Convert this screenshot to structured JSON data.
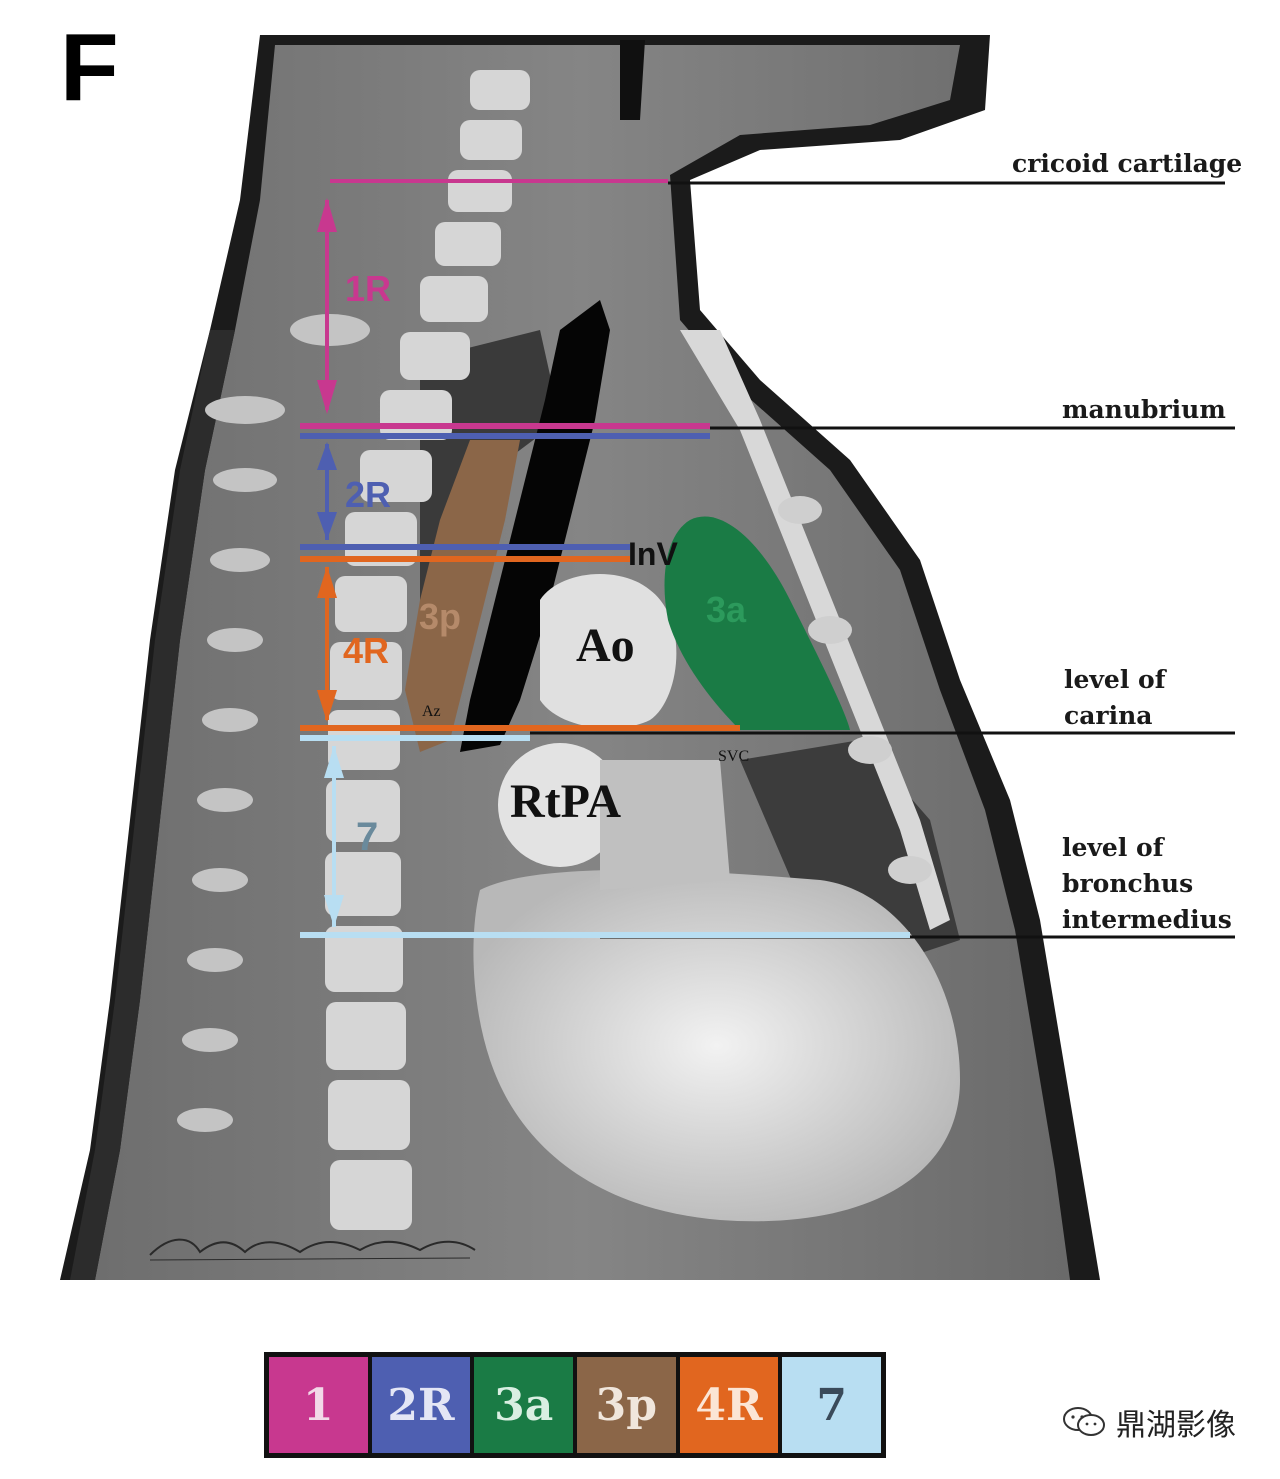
{
  "panel_letter": "F",
  "levels": [
    {
      "key": "cricoid",
      "label_lines": [
        "cricoid cartilage"
      ]
    },
    {
      "key": "manubrium",
      "label_lines": [
        "manubrium"
      ]
    },
    {
      "key": "carina",
      "label_lines": [
        "level of",
        "carina"
      ]
    },
    {
      "key": "bronchus",
      "label_lines": [
        "level of",
        "bronchus",
        "intermedius"
      ]
    }
  ],
  "station_labels": {
    "s1r": "1R",
    "s2r": "2R",
    "s4r": "4R",
    "s7": "7",
    "s3p": "3p",
    "s3a": "3a"
  },
  "anatomy_labels": {
    "inv": "InV",
    "ao": "Ao",
    "rtpa": "RtPA",
    "az": "Az",
    "svc": "SVC"
  },
  "signature": "Alletta Ann Frazier MD ©2009",
  "legend": [
    {
      "label": "1",
      "color": "#c8388f",
      "text_color": "#f2d9e8"
    },
    {
      "label": "2R",
      "color": "#4e5fb1",
      "text_color": "#e4e6f5"
    },
    {
      "label": "3a",
      "color": "#1a7b45",
      "text_color": "#d9efe2"
    },
    {
      "label": "3p",
      "color": "#8b6648",
      "text_color": "#f0e6dc"
    },
    {
      "label": "4R",
      "color": "#e1661f",
      "text_color": "#fbe5d5"
    },
    {
      "label": "7",
      "color": "#b8def2",
      "text_color": "#3a4a5a"
    }
  ],
  "colors": {
    "station_1": "#c8388f",
    "station_2r": "#4e5fb1",
    "station_3a": "#1a7b45",
    "station_3p": "#8b6648",
    "station_4r": "#e1661f",
    "station_7": "#b8def2"
  },
  "watermark": "鼎湖影像"
}
